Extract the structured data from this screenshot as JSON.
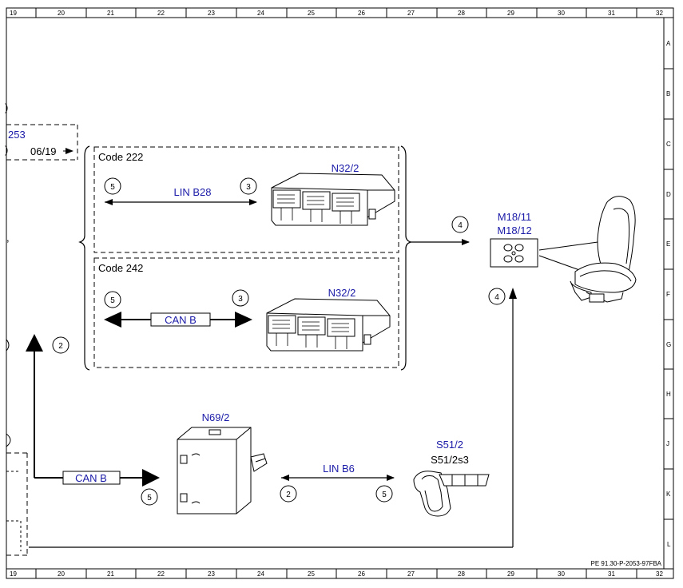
{
  "grid": {
    "columns": [
      "19",
      "20",
      "21",
      "22",
      "23",
      "24",
      "25",
      "26",
      "27",
      "28",
      "29",
      "30",
      "31",
      "32"
    ],
    "rows": [
      "A",
      "B",
      "C",
      "D",
      "E",
      "F",
      "G",
      "H",
      "J",
      "K",
      "L"
    ]
  },
  "diagram_ref": "PE 91.30-P-2053-97FBA",
  "offpage": {
    "ref_partial": "253",
    "date": "06/19",
    "marker_top": ")",
    "marker_mid": ")",
    "marker_left": "("
  },
  "group_code_222": {
    "title": "Code 222",
    "bus_label": "LIN B28",
    "pin_left": "5",
    "pin_right": "3",
    "module": "N32/2"
  },
  "group_code_242": {
    "title": "Code 242",
    "bus_label": "CAN B",
    "pin_left": "5",
    "pin_right": "3",
    "module": "N32/2"
  },
  "fan": {
    "label_1": "M18/11",
    "label_2": "M18/12",
    "pin_top": "4",
    "pin_bottom": "4"
  },
  "n69": {
    "module": "N69/2",
    "can_label": "CAN B",
    "pin_can_up": "2",
    "pin_can_in": "5",
    "bus_label": "LIN B6",
    "pin_lin_left": "2",
    "pin_lin_right": "5"
  },
  "switch": {
    "label_blue": "S51/2",
    "label_black": "S51/2s3"
  }
}
